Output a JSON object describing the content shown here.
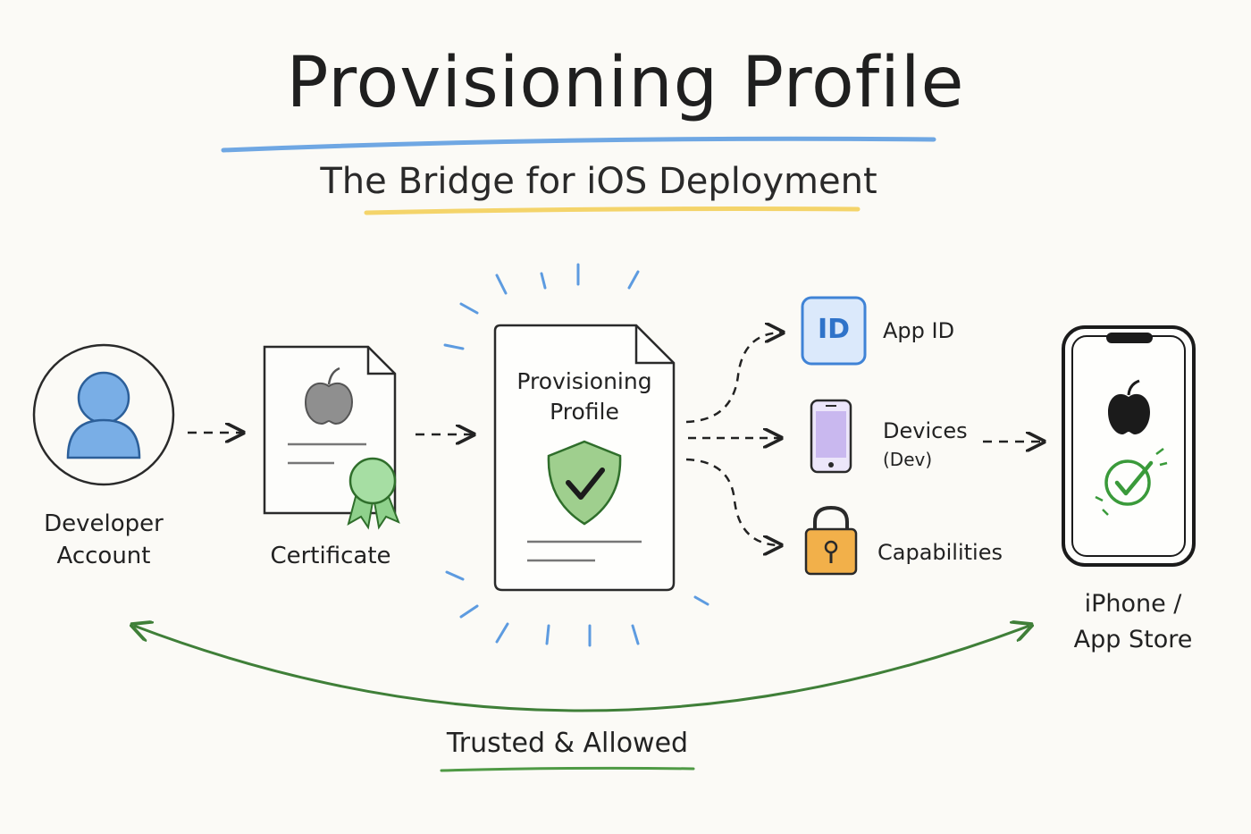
{
  "header": {
    "title": "Provisioning Profile",
    "subtitle": "The Bridge for iOS Deployment"
  },
  "nodes": {
    "developer": {
      "line1": "Developer",
      "line2": "Account"
    },
    "certificate": {
      "label": "Certificate"
    },
    "profile": {
      "line1": "Provisioning",
      "line2": "Profile"
    },
    "iphone": {
      "line1": "iPhone /",
      "line2": "App Store"
    }
  },
  "components": {
    "app_id": {
      "badge": "ID",
      "label": "App ID"
    },
    "devices": {
      "label": "Devices",
      "sublabel": "(Dev)"
    },
    "capabilities": {
      "label": "Capabilities"
    }
  },
  "footer": {
    "label": "Trusted & Allowed"
  },
  "colors": {
    "blue": "#4a8fd8",
    "green": "#4f9a45",
    "yellow": "#f4d46a",
    "purple": "#b9a4e6",
    "orange": "#f2b04a"
  },
  "icons": [
    "user-icon",
    "apple-icon",
    "award-ribbon-icon",
    "shield-check-icon",
    "id-badge-icon",
    "phone-icon",
    "padlock-icon",
    "checkmark-circle-icon"
  ]
}
